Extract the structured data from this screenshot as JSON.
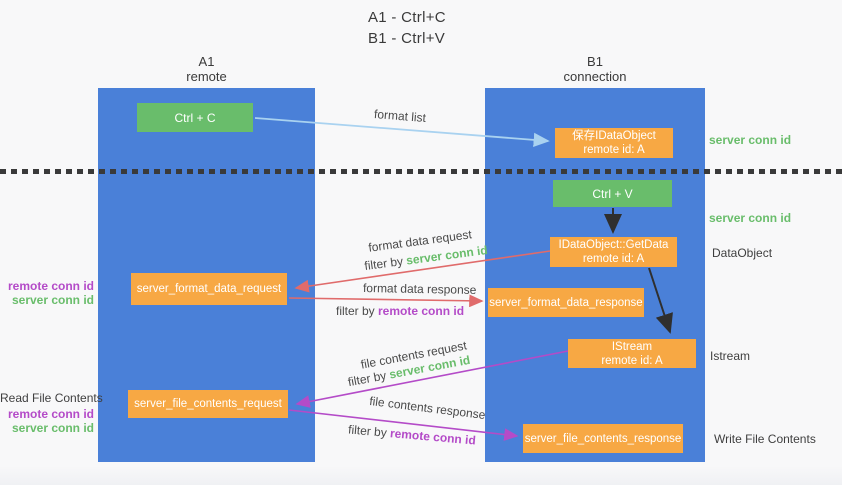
{
  "title": {
    "line1": "A1 - Ctrl+C",
    "line2": "B1 - Ctrl+V"
  },
  "columns": {
    "a": {
      "id": "A1",
      "name": "remote"
    },
    "b": {
      "id": "B1",
      "name": "connection"
    }
  },
  "nodes": {
    "ctrl_c": "Ctrl + C",
    "ctrl_v": "Ctrl + V",
    "save_dataobject": {
      "line1": "保存IDataObject",
      "line2": "remote id: A"
    },
    "getdata": {
      "line1": "IDataObject::GetData",
      "line2": "remote id: A"
    },
    "istream": {
      "line1": "IStream",
      "line2": "remote id: A"
    },
    "fmt_req": "server_format_data_request",
    "fmt_resp": "server_format_data_response",
    "file_req": "server_file_contents_request",
    "file_resp": "server_file_contents_response"
  },
  "arrow_labels": {
    "format_list": "format list",
    "fmt_req": {
      "line1": "format data request",
      "filter_prefix": "filter by ",
      "filter_key": "server conn id"
    },
    "fmt_resp": {
      "line1": "format data response",
      "filter_prefix": "filter by ",
      "filter_key": "remote conn id"
    },
    "file_req": {
      "line1": "file contents request",
      "filter_prefix": "filter by ",
      "filter_key": "server conn id"
    },
    "file_resp": {
      "line1": "file contents response",
      "filter_prefix": "filter by ",
      "filter_key": "remote conn id"
    }
  },
  "side_labels": {
    "right": {
      "server_conn_top": "server conn id",
      "server_conn_mid": "server conn id",
      "dataobject": "DataObject",
      "istream": "Istream",
      "write_file": "Write File Contents"
    },
    "left": {
      "remote_conn_top": "remote conn id",
      "server_conn_top": "server conn id",
      "read_file": "Read File Contents",
      "remote_conn_bottom": "remote conn id",
      "server_conn_bottom": "server conn id"
    }
  },
  "colors": {
    "background": "#f8f8f9",
    "column_blue": "#4a80d8",
    "node_green": "#69bd6b",
    "node_orange": "#f7a844",
    "arrow_red": "#e06b6b",
    "arrow_purple": "#b44bc8",
    "arrow_lightblue": "#a9d2f0",
    "arrow_black": "#2f2f2f",
    "text_green": "#69bd6b",
    "text_purple": "#b44bc8",
    "divider_dark": "#3a3a3a"
  }
}
